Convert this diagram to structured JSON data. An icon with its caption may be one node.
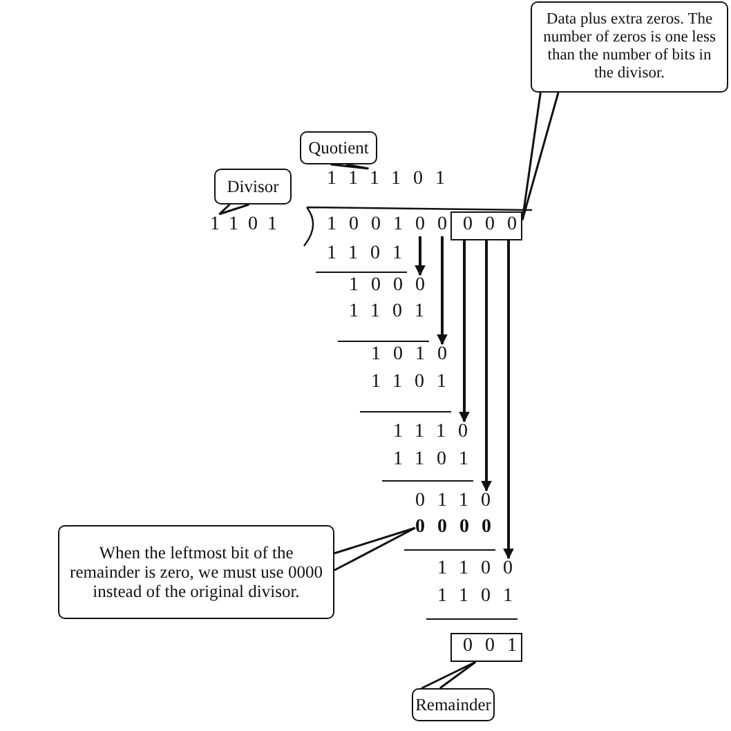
{
  "diagram": {
    "nodes": [
      {
        "text": [
          "Quotient"
        ]
      },
      {
        "text": [
          "Divisor"
        ]
      },
      {
        "text": [
          "Data plus extra zeros. The number of zeros is one less than the number of bits in the divisor."
        ]
      },
      {
        "text": [
          "When the leftmost bit of the remainder is zero, we must use 0000 instead of the original divisor."
        ]
      },
      {
        "text": [
          "Remainder"
        ]
      },
      {
        "text": [
          "111101"
        ]
      },
      {
        "text": [
          "1101"
        ]
      },
      {
        "text": [
          "100100"
        ]
      },
      {
        "text": [
          "000"
        ]
      },
      {
        "text": [
          "001"
        ]
      },
      {
        "text": [
          "0000"
        ]
      },
      {
        "text": [
          "1000"
        ]
      },
      {
        "text": [
          "1010"
        ]
      },
      {
        "text": [
          "1110"
        ]
      },
      {
        "text": [
          "0110"
        ]
      },
      {
        "text": [
          "1100"
        ]
      }
    ],
    "edges": [
      {
        "from": 0,
        "to": 5,
        "arrow": "none"
      },
      {
        "from": 1,
        "to": 6,
        "arrow": "none"
      },
      {
        "from": 2,
        "to": 8,
        "arrow": "none"
      },
      {
        "from": 3,
        "to": 10,
        "arrow": "none"
      },
      {
        "from": 4,
        "to": 9,
        "arrow": "none"
      },
      {
        "from": 7,
        "to": 11,
        "arrow": "to"
      },
      {
        "from": 7,
        "to": 12,
        "arrow": "to"
      },
      {
        "from": 8,
        "to": 13,
        "arrow": "to"
      },
      {
        "from": 8,
        "to": 14,
        "arrow": "to"
      },
      {
        "from": 8,
        "to": 15,
        "arrow": "to"
      }
    ],
    "labels": [
      "1101",
      "1101",
      "1101",
      "1101",
      "1101"
    ]
  }
}
